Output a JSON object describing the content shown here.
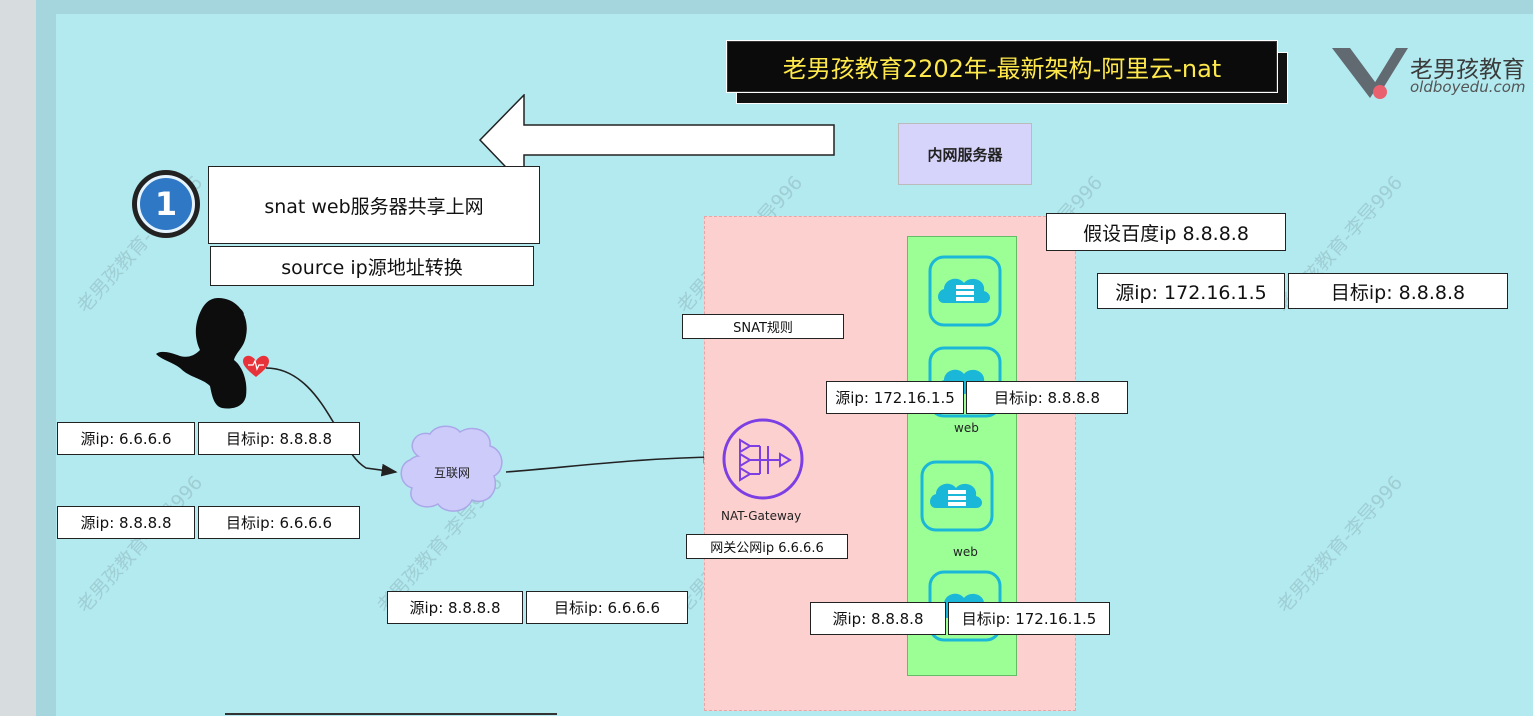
{
  "title": "老男孩教育2202年-最新架构-阿里云-nat",
  "logo": {
    "name": "老男孩教育",
    "url": "oldboyedu.com"
  },
  "badge": {
    "number": "1"
  },
  "snat_box": "snat web服务器共享上网",
  "source_box": "source  ip源地址转换",
  "inner_server": "内网服务器",
  "assume_baidu": "假设百度ip 8.8.8.8",
  "snat_rule": "SNAT规则",
  "nat_gateway": "NAT-Gateway",
  "gateway_ip": "网关公网ip  6.6.6.6",
  "internet": "互联网",
  "web1": "web",
  "web2": "web",
  "watermark": "老男孩教育-李导996",
  "pairs": {
    "right_top": {
      "src": "源ip: 172.16.1.5",
      "dst": "目标ip: 8.8.8.8"
    },
    "mid": {
      "src": "源ip: 172.16.1.5",
      "dst": "目标ip: 8.8.8.8"
    },
    "client_out": {
      "src": "源ip: 6.6.6.6",
      "dst": "目标ip: 8.8.8.8"
    },
    "client_in": {
      "src": "源ip: 8.8.8.8",
      "dst": "目标ip: 6.6.6.6"
    },
    "gw_in": {
      "src": "源ip: 8.8.8.8",
      "dst": "目标ip: 6.6.6.6"
    },
    "web_in": {
      "src": "源ip: 8.8.8.8",
      "dst": "目标ip: 172.16.1.5"
    }
  },
  "colors": {
    "title_text": "#ffe94a",
    "nat_zone": "#fdd0d0",
    "web_zone": "#9bff96",
    "inner_server": "#d7d4fb",
    "gateway_icon": "#7b3fe4",
    "server_icon": "#1bb7d8"
  }
}
